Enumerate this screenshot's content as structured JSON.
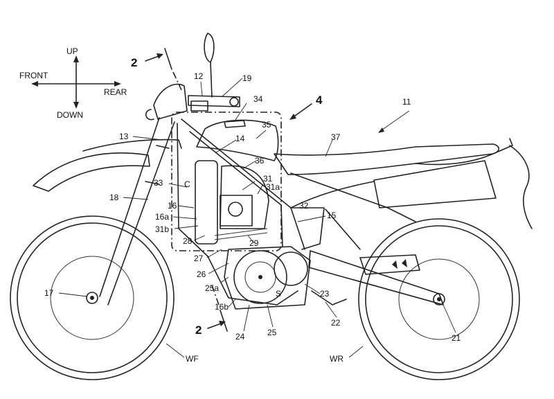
{
  "directions": {
    "up": "UP",
    "down": "DOWN",
    "front": "FRONT",
    "rear": "REAR"
  },
  "section_markers": {
    "top": "2",
    "bottom": "2",
    "box": "4"
  },
  "labels": {
    "l11": "11",
    "l12": "12",
    "l13": "13",
    "l14": "14",
    "l15": "15",
    "l16": "16",
    "l16a": "16a",
    "l16b": "16b",
    "l17": "17",
    "l18": "18",
    "l19": "19",
    "l21": "21",
    "l22": "22",
    "l23": "23",
    "l24": "24",
    "l25": "25",
    "l25a": "25a",
    "l26": "26",
    "l27": "27",
    "l28": "28",
    "l29": "29",
    "l31": "31",
    "l31a": "31a",
    "l31b": "31b",
    "l32": "32",
    "l33": "33",
    "l34": "34",
    "l35": "35",
    "l36": "36",
    "l37": "37",
    "lC": "C",
    "lS": "S",
    "lWF": "WF",
    "lWR": "WR"
  }
}
